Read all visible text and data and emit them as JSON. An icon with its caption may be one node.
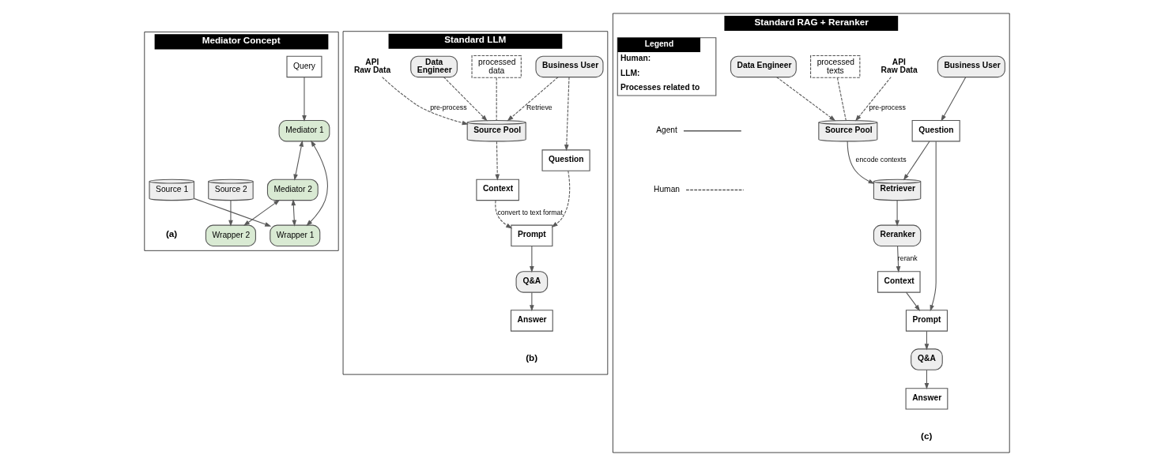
{
  "diagram": {
    "nodes": [
      {
        "text": [
          "Mediator Concept",
          "(a)"
        ]
      },
      {
        "text": [
          "Query"
        ],
        "in": 0
      },
      {
        "text": [
          "Mediator 1"
        ],
        "in": 0
      },
      {
        "text": [
          "Mediator 2"
        ],
        "in": 0
      },
      {
        "text": [
          "Wrapper 1"
        ],
        "in": 0
      },
      {
        "text": [
          "Wrapper 2"
        ],
        "in": 0
      },
      {
        "text": [
          "Source 1"
        ],
        "in": 0
      },
      {
        "text": [
          "Source 2"
        ],
        "in": 0
      },
      {
        "text": [
          "Standard LLM",
          "(b)"
        ]
      },
      {
        "text": [
          "Business User"
        ],
        "in": 8
      },
      {
        "text": [
          "processed data"
        ],
        "in": 8
      },
      {
        "text": [
          "Question"
        ],
        "in": 8
      },
      {
        "text": [
          "Source Pool"
        ],
        "in": 8
      },
      {
        "text": [
          "Context"
        ],
        "in": 8
      },
      {
        "text": [
          "Data Engineer"
        ],
        "in": 8
      },
      {
        "text": [
          "API",
          "Raw Data"
        ],
        "in": 8
      },
      {
        "text": [
          "Prompt"
        ],
        "in": 8
      },
      {
        "text": [
          "Q&A"
        ],
        "in": 8
      },
      {
        "text": [
          "Answer"
        ],
        "in": 8
      },
      {
        "text": [
          "Standard RAG + Reranker",
          "(c)"
        ]
      },
      {
        "text": [
          "Business User"
        ],
        "in": 19
      },
      {
        "text": [
          "processed texts"
        ],
        "in": 19
      },
      {
        "text": [
          "Question"
        ],
        "in": 19
      },
      {
        "text": [
          "Retriever"
        ],
        "in": 19
      },
      {
        "text": [
          "Source Pool"
        ],
        "in": 19
      },
      {
        "text": [
          "Data Engineer"
        ],
        "in": 19
      },
      {
        "text": [
          "Reranker"
        ],
        "in": 19
      },
      {
        "text": [
          "API",
          "Raw Data"
        ],
        "in": 19
      },
      {
        "text": [
          "Prompt"
        ],
        "in": 19
      },
      {
        "text": [
          "Context"
        ],
        "in": 19
      },
      {
        "text": [
          "Q&A"
        ],
        "in": 19
      },
      {
        "text": [
          "Answer"
        ],
        "in": 19
      },
      {
        "text": [
          "Legend",
          "Human:",
          "LLM:",
          "Processes related to"
        ],
        "in": 19
      }
    ],
    "edges": [
      {
        "from": 1,
        "to": 2,
        "arrow": "to"
      },
      {
        "from": 2,
        "to": 4,
        "arrow": "both"
      },
      {
        "from": 2,
        "to": 3,
        "arrow": "both"
      },
      {
        "from": 3,
        "to": 4,
        "arrow": "both"
      },
      {
        "from": 3,
        "to": 5,
        "arrow": "both"
      },
      {
        "from": 6,
        "to": 4,
        "arrow": "to"
      },
      {
        "from": 7,
        "to": 5,
        "arrow": "to"
      },
      {
        "from": 9,
        "to": 11,
        "arrow": "to",
        "style": "dashed"
      },
      {
        "from": 9,
        "to": 12,
        "arrow": "to",
        "label": "Retrieve",
        "style": "dashed"
      },
      {
        "from": 10,
        "to": 12,
        "arrow": "none",
        "style": "dashed"
      },
      {
        "from": 11,
        "to": 16,
        "arrow": "to",
        "style": "dashed"
      },
      {
        "from": 12,
        "to": 13,
        "arrow": "to",
        "style": "dashed"
      },
      {
        "from": 13,
        "to": 16,
        "arrow": "to",
        "label": "convert to text format",
        "style": "dashed"
      },
      {
        "from": 15,
        "to": 12,
        "arrow": "to",
        "label": "pre-process",
        "style": "dashed"
      },
      {
        "from": 14,
        "to": 12,
        "arrow": "to",
        "style": "dashed"
      },
      {
        "from": 16,
        "to": 17,
        "arrow": "to"
      },
      {
        "from": 17,
        "to": 18,
        "arrow": "to"
      },
      {
        "from": 20,
        "to": 22,
        "arrow": "to"
      },
      {
        "from": 22,
        "to": 23,
        "arrow": "to"
      },
      {
        "from": 24,
        "to": 23,
        "arrow": "to",
        "label": "encode contexts"
      },
      {
        "from": 21,
        "to": 24,
        "arrow": "none",
        "style": "dashed"
      },
      {
        "from": 27,
        "to": 24,
        "arrow": "to",
        "label": "pre-process",
        "style": "dashed"
      },
      {
        "from": 25,
        "to": 24,
        "arrow": "to",
        "style": "dashed"
      },
      {
        "from": 23,
        "to": 26,
        "arrow": "to"
      },
      {
        "from": 26,
        "to": 29,
        "arrow": "to",
        "label": "rerank"
      },
      {
        "from": 29,
        "to": 28,
        "arrow": "to"
      },
      {
        "from": 22,
        "to": 28,
        "arrow": "to"
      },
      {
        "from": 28,
        "to": 30,
        "arrow": "to"
      },
      {
        "from": 30,
        "to": 31,
        "arrow": "to"
      }
    ],
    "legend": [
      {
        "text": "Agent"
      },
      {
        "text": "Human"
      }
    ]
  }
}
